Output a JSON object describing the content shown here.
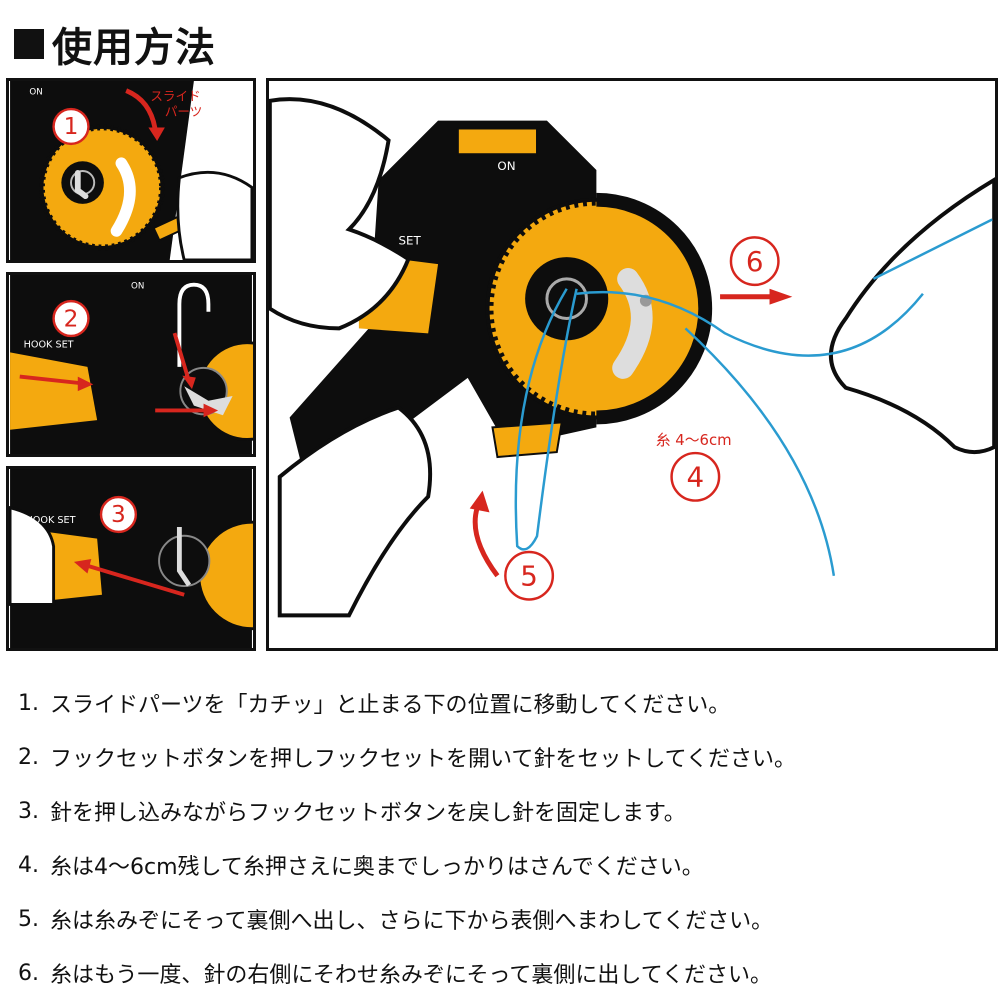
{
  "header": {
    "title": "使用方法"
  },
  "panels": {
    "p1": {
      "step": "1",
      "slide_label_line1": "スライド",
      "slide_label_line2": "パーツ",
      "on_label": "ON"
    },
    "p2": {
      "step": "2",
      "hook_label": "HOOK SET",
      "on_label": "ON"
    },
    "p3": {
      "step": "3",
      "hook_label": "HOOK SET"
    },
    "main": {
      "on_label": "ON",
      "set_label": "SET",
      "step4": "4",
      "step5": "5",
      "step6": "6",
      "thread_label": "糸 4〜6cm"
    }
  },
  "colors": {
    "orange": "#F4A90F",
    "red": "#D7261E",
    "blue": "#2A9BD0",
    "black": "#0d0d0d"
  },
  "steps": [
    {
      "num": "1.",
      "text": "スライドパーツを「カチッ」と止まる下の位置に移動してください。"
    },
    {
      "num": "2.",
      "text": "フックセットボタンを押しフックセットを開いて針をセットしてください。"
    },
    {
      "num": "3.",
      "text": "針を押し込みながらフックセットボタンを戻し針を固定します。"
    },
    {
      "num": "4.",
      "text": "糸は4〜6cm残して糸押さえに奥までしっかりはさんでください。"
    },
    {
      "num": "5.",
      "text": "糸は糸みぞにそって裏側へ出し、さらに下から表側へまわしてください。"
    },
    {
      "num": "6.",
      "text": "糸はもう一度、針の右側にそわせ糸みぞにそって裏側に出してください。"
    }
  ]
}
